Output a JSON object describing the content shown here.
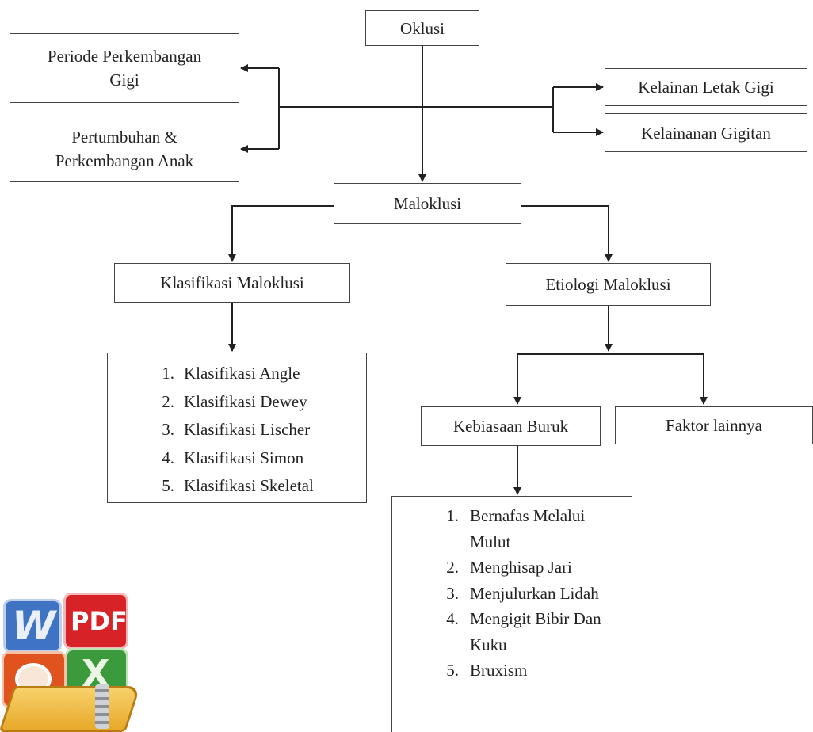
{
  "nodes": {
    "oklusi": "Oklusi",
    "periode_line1": "Periode Perkembangan",
    "periode_line2": "Gigi",
    "pertumbuhan_line1": "Pertumbuhan &",
    "pertumbuhan_line2": "Perkembangan Anak",
    "kelainan_letak": "Kelainan Letak Gigi",
    "kelainan_gigitan": "Kelainanan Gigitan",
    "maloklusi": "Maloklusi",
    "klasifikasi": "Klasifikasi Maloklusi",
    "etiologi": "Etiologi Maloklusi",
    "kebiasaan": "Kebiasaan Buruk",
    "faktor": "Faktor lainnya"
  },
  "klasifikasi_list": [
    {
      "num": "1.",
      "text": "Klasifikasi Angle"
    },
    {
      "num": "2.",
      "text": "Klasifikasi Dewey"
    },
    {
      "num": "3.",
      "text": "Klasifikasi Lischer"
    },
    {
      "num": "4.",
      "text": "Klasifikasi Simon"
    },
    {
      "num": "5.",
      "text": "Klasifikasi Skeletal"
    }
  ],
  "kebiasaan_list": [
    {
      "num": "1.",
      "text": "Bernafas Melalui Mulut"
    },
    {
      "num": "2.",
      "text": "Menghisap Jari"
    },
    {
      "num": "3.",
      "text": "Menjulurkan Lidah"
    },
    {
      "num": "4.",
      "text": "Mengigit Bibir Dan Kuku"
    },
    {
      "num": "5.",
      "text": "Bruxism"
    }
  ],
  "colors": {
    "line": "#222222",
    "border": "#444444",
    "text": "#222222",
    "background": "#ffffff"
  },
  "icons": [
    "word-icon",
    "pdf-icon",
    "powerpoint-icon",
    "excel-icon",
    "folder-zip-icon"
  ]
}
